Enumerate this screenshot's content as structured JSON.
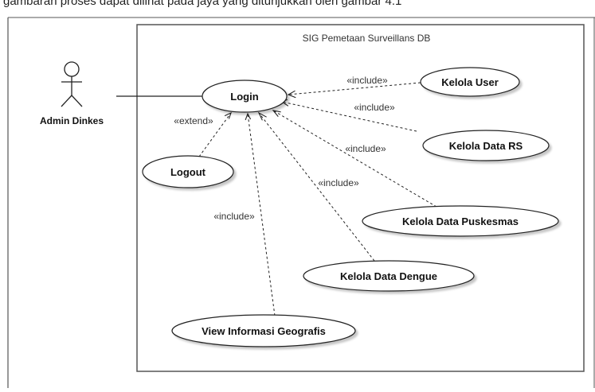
{
  "top_caption": "gambaran proses dapat dilihat pada jaya yang ditunjukkan oleh gambar 4.1",
  "system": {
    "title": "SIG Pemetaan Surveillans DB"
  },
  "actor": {
    "name": "Admin Dinkes"
  },
  "use_cases": {
    "login": "Login",
    "logout": "Logout",
    "kelola_user": "Kelola User",
    "kelola_rs": "Kelola Data RS",
    "kelola_puskesmas": "Kelola Data Puskesmas",
    "kelola_dengue": "Kelola Data Dengue",
    "view_geo": "View Informasi Geografis"
  },
  "relations": {
    "include": "«include»",
    "extend": "«extend»"
  }
}
